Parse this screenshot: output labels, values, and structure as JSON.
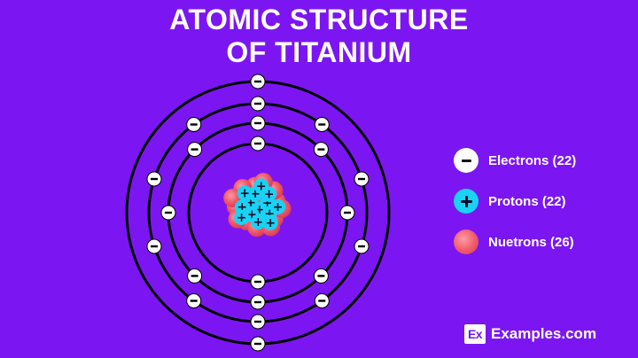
{
  "title": {
    "line1": "ATOMIC STRUCTURE",
    "line2": "OF TITANIUM"
  },
  "atom": {
    "element": "Titanium",
    "shells": [
      2,
      8,
      10,
      2
    ],
    "electron_count": 22,
    "proton_count": 22,
    "neutron_count": 26,
    "electron_sign": "-",
    "proton_sign": "+"
  },
  "legend": {
    "electrons": "Electrons (22)",
    "protons": "Protons (22)",
    "neutrons": "Nuetrons (26)"
  },
  "brand": {
    "mark": "Ex",
    "name": "Examples.com"
  },
  "colors": {
    "background": "#7b16f2",
    "orbit": "#000000",
    "electron": "#ffffff",
    "proton": "#19d3f5",
    "neutron": "#ef5a6a"
  }
}
